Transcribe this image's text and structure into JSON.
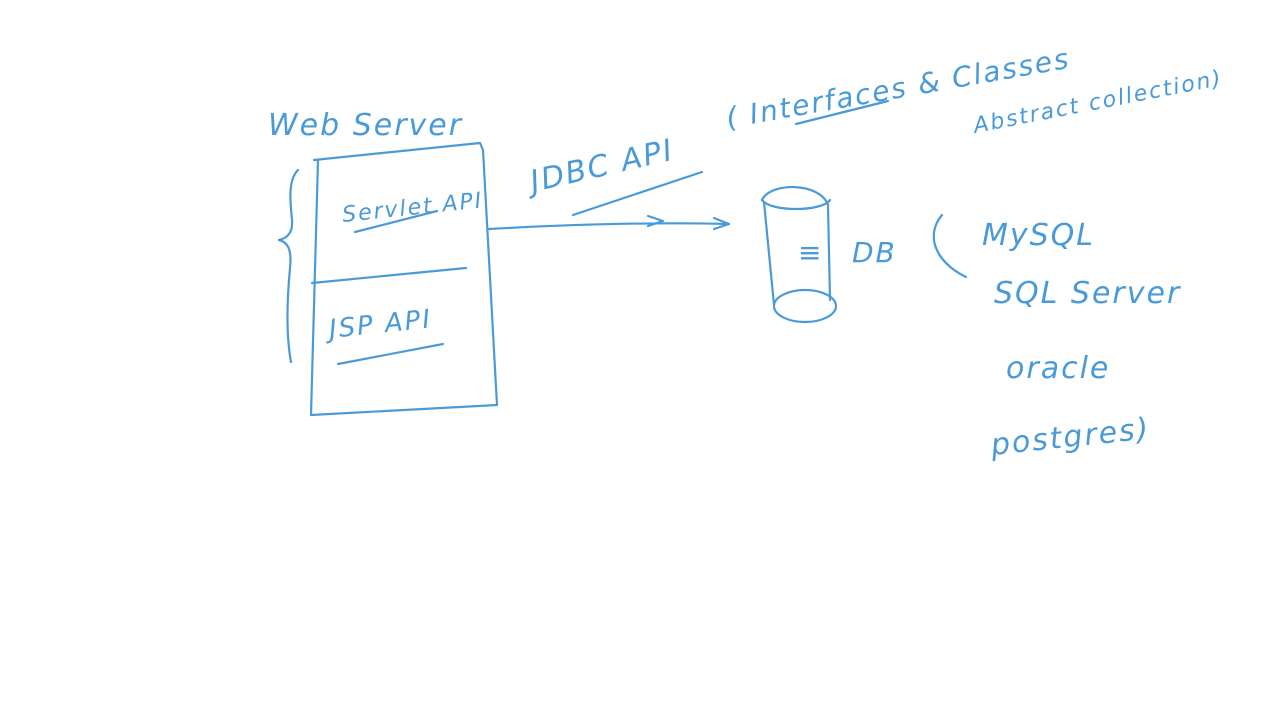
{
  "diagram": {
    "ink_color": "#4a9ad8",
    "background": "#ffffff",
    "web_server_label": "Web Server",
    "servlet_label": "Servlet API",
    "jsp_label": "JSP API",
    "jdbc_label": "JDBC API",
    "jdbc_note_line1": "( Interfaces & Classes",
    "jdbc_note_line2": "Abstract collection)",
    "db_label": "DB",
    "db_icon_mark": "≡",
    "databases": [
      "MySQL",
      "SQL Server",
      "oracle",
      "postgres)"
    ]
  }
}
